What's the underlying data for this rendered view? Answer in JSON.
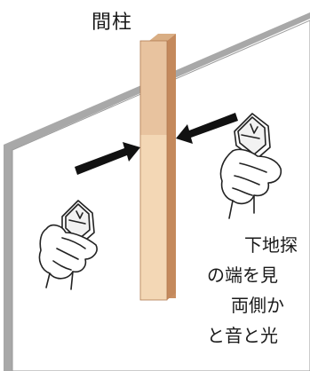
{
  "diagram": {
    "post_label": "間柱",
    "caption_lines": [
      "下地探",
      "の端を見",
      "両側か",
      "と音と光"
    ]
  }
}
